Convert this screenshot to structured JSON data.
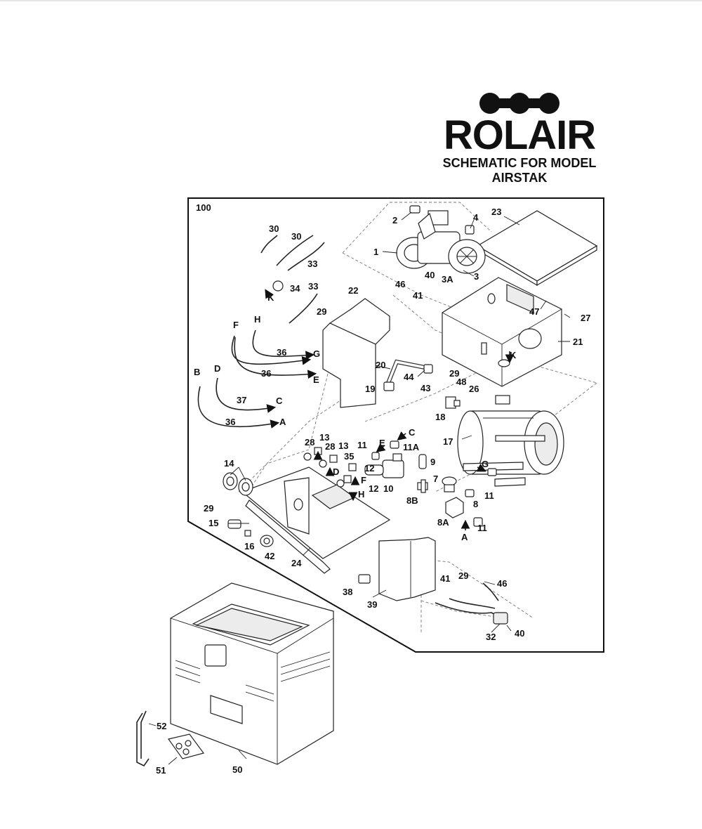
{
  "header": {
    "brand": "ROLAIR",
    "subtitle_line1": "SCHEMATIC FOR MODEL",
    "subtitle_line2": "AIRSTAK"
  },
  "diagram": {
    "frame_label": "100",
    "part_labels": {
      "p1": "1",
      "p2": "2",
      "p3": "3",
      "p3a": "3A",
      "p4": "4",
      "p7": "7",
      "p8": "8",
      "p8a": "8A",
      "p8b": "8B",
      "p9": "9",
      "p10": "10",
      "p11a": "11",
      "p11b": "11",
      "p11c": "11",
      "p11A": "11A",
      "p12a": "12",
      "p12b": "12",
      "p13a": "13",
      "p13b": "13",
      "p14": "14",
      "p15": "15",
      "p16": "16",
      "p17": "17",
      "p18": "18",
      "p19": "19",
      "p20": "20",
      "p21": "21",
      "p22": "22",
      "p23": "23",
      "p24": "24",
      "p26": "26",
      "p27": "27",
      "p28a": "28",
      "p28b": "28",
      "p29a": "29",
      "p29b": "29",
      "p29c": "29",
      "p29d": "29",
      "p30a": "30",
      "p30b": "30",
      "p32": "32",
      "p33a": "33",
      "p33b": "33",
      "p34": "34",
      "p35": "35",
      "p36a": "36",
      "p36b": "36",
      "p36c": "36",
      "p37": "37",
      "p38": "38",
      "p39": "39",
      "p40a": "40",
      "p40b": "40",
      "p41a": "41",
      "p41b": "41",
      "p42": "42",
      "p43": "43",
      "p44": "44",
      "p46a": "46",
      "p46b": "46",
      "p47": "47",
      "p48": "48",
      "p50": "50",
      "p51": "51",
      "p52": "52"
    },
    "connectors": {
      "A1": "A",
      "A2": "A",
      "B": "B",
      "C1": "C",
      "C2": "C",
      "D1": "D",
      "D2": "D",
      "E1": "E",
      "E2": "E",
      "F1": "F",
      "F2": "F",
      "G1": "G",
      "G2": "G",
      "H1": "H",
      "H2": "H",
      "K1": "K",
      "K2": "K"
    }
  }
}
